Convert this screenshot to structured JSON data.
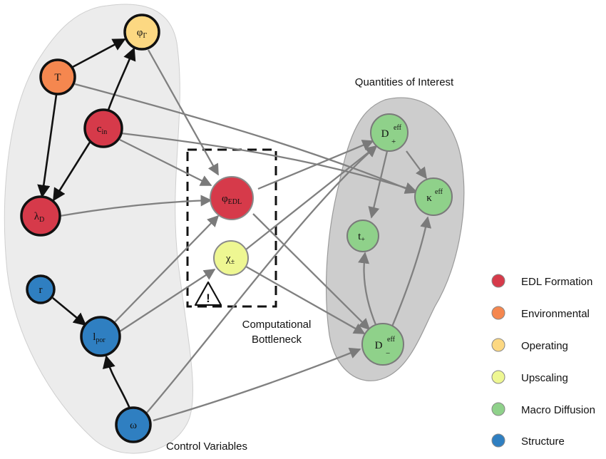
{
  "groups": {
    "control_label": "Control Variables",
    "qoi_label": "Quantities of Interest",
    "bottleneck_label_line1": "Computational",
    "bottleneck_label_line2": "Bottleneck"
  },
  "colors": {
    "edl_formation": "#d63a4a",
    "environmental": "#f5874f",
    "operating": "#fcd882",
    "upscaling": "#eef792",
    "macro_diffusion": "#8fd18a",
    "structure": "#2f7fc1",
    "edge": "#808080",
    "group_fill": "#ececec",
    "qoi_fill": "#cdcdcd"
  },
  "nodes": {
    "phi_gamma": {
      "main": "φ",
      "sub": "Γ",
      "category": "operating"
    },
    "T": {
      "main": "T",
      "category": "environmental"
    },
    "c_in": {
      "main": "c",
      "sub": "in",
      "category": "edl_formation"
    },
    "lambda_D": {
      "main": "λ",
      "sub": "D",
      "category": "edl_formation"
    },
    "phi_edl": {
      "main": "φ",
      "sub": "EDL",
      "category": "edl_formation"
    },
    "chi": {
      "main": "χ",
      "sub": "±",
      "category": "upscaling"
    },
    "r": {
      "main": "r",
      "category": "structure"
    },
    "l_por": {
      "main": "l",
      "sub": "por",
      "category": "structure"
    },
    "omega": {
      "main": "ω",
      "category": "structure"
    },
    "D_plus": {
      "main": "D",
      "sup": "eff",
      "sub": "+",
      "category": "macro_diffusion"
    },
    "kappa": {
      "main": "κ",
      "sup": "eff",
      "category": "macro_diffusion"
    },
    "t_plus": {
      "main": "t",
      "sub": "+",
      "category": "macro_diffusion"
    },
    "D_minus": {
      "main": "D",
      "sup": "eff",
      "sub": "−",
      "category": "macro_diffusion"
    }
  },
  "legend": [
    {
      "label": "EDL Formation",
      "color": "#d63a4a"
    },
    {
      "label": "Environmental",
      "color": "#f5874f"
    },
    {
      "label": "Operating",
      "color": "#fcd882"
    },
    {
      "label": "Upscaling",
      "color": "#eef792"
    },
    {
      "label": "Macro Diffusion",
      "color": "#8fd18a"
    },
    {
      "label": "Structure",
      "color": "#2f7fc1"
    }
  ],
  "icons": {
    "warning": "warning-triangle-icon",
    "warning_glyph": "!"
  }
}
